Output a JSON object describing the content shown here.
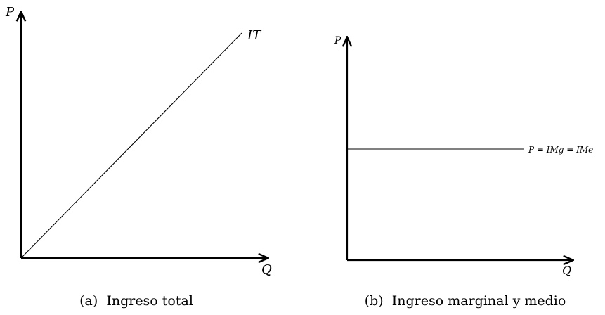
{
  "chart_data": [
    {
      "type": "line",
      "caption": "(a)  Ingreso total",
      "x_axis_label": "Q",
      "y_axis_label": "P",
      "series": [
        {
          "name": "IT",
          "x": [
            0,
            1
          ],
          "y": [
            0,
            1
          ]
        }
      ]
    },
    {
      "type": "line",
      "caption": "(b)  Ingreso marginal y medio",
      "x_axis_label": "Q",
      "y_axis_label": "P",
      "series": [
        {
          "name": "P = IMg = IMe",
          "x": [
            0,
            1
          ],
          "y": [
            0.5,
            0.5
          ]
        }
      ]
    }
  ]
}
